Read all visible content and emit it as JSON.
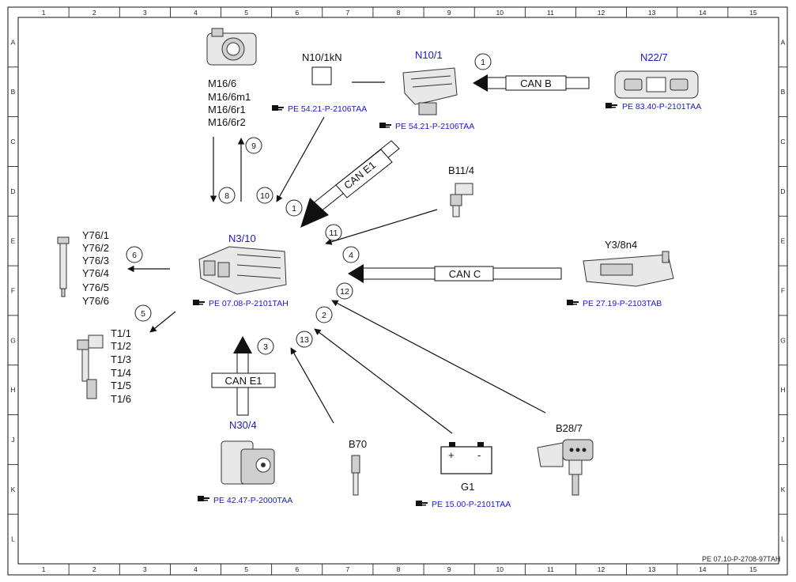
{
  "grid": {
    "columns": [
      "1",
      "2",
      "3",
      "4",
      "5",
      "6",
      "7",
      "8",
      "9",
      "10",
      "11",
      "12",
      "13",
      "14",
      "15"
    ],
    "rows": [
      "A",
      "B",
      "C",
      "D",
      "E",
      "F",
      "G",
      "H",
      "J",
      "K",
      "L"
    ]
  },
  "components": {
    "m16_6": {
      "lines": [
        "M16/6",
        "M16/6m1",
        "M16/6r1",
        "M16/6r2"
      ]
    },
    "n10_1kn": {
      "label": "N10/1kN",
      "ref": "PE 54.21-P-2106TAA"
    },
    "n10_1": {
      "label": "N10/1",
      "ref": "PE 54.21-P-2106TAA"
    },
    "n22_7": {
      "label": "N22/7",
      "ref": "PE 83.40-P-2101TAA"
    },
    "b11_4": {
      "label": "B11/4"
    },
    "n3_10": {
      "label": "N3/10",
      "ref": "PE 07.08-P-2101TAH"
    },
    "y3_8n4": {
      "label": "Y3/8n4",
      "ref": "PE 27.19-P-2103TAB"
    },
    "y76": {
      "lines": [
        "Y76/1",
        "Y76/2",
        "Y76/3",
        "Y76/4",
        "Y76/5",
        "Y76/6"
      ]
    },
    "t1": {
      "lines": [
        "T1/1",
        "T1/2",
        "T1/3",
        "T1/4",
        "T1/5",
        "T1/6"
      ]
    },
    "n30_4": {
      "label": "N30/4",
      "ref": "PE 42.47-P-2000TAA"
    },
    "b70": {
      "label": "B70"
    },
    "g1": {
      "label": "G1",
      "ref": "PE 15.00-P-2101TAA",
      "plus": "+",
      "minus": "-"
    },
    "b28_7": {
      "label": "B28/7"
    }
  },
  "bus": {
    "can_b": "CAN B",
    "can_c": "CAN C",
    "can_e1_diag": "CAN E1",
    "can_e1_bottom": "CAN E1"
  },
  "signals": [
    "1",
    "1",
    "2",
    "3",
    "4",
    "5",
    "6",
    "8",
    "9",
    "10",
    "11",
    "12",
    "13"
  ],
  "footer": {
    "code": "PE 07.10-P-2708-97TAH"
  },
  "icons": {
    "ref": "pointing-hand-icon"
  },
  "colors": {
    "ref_text": "#1a1ac8",
    "line": "#111111"
  }
}
